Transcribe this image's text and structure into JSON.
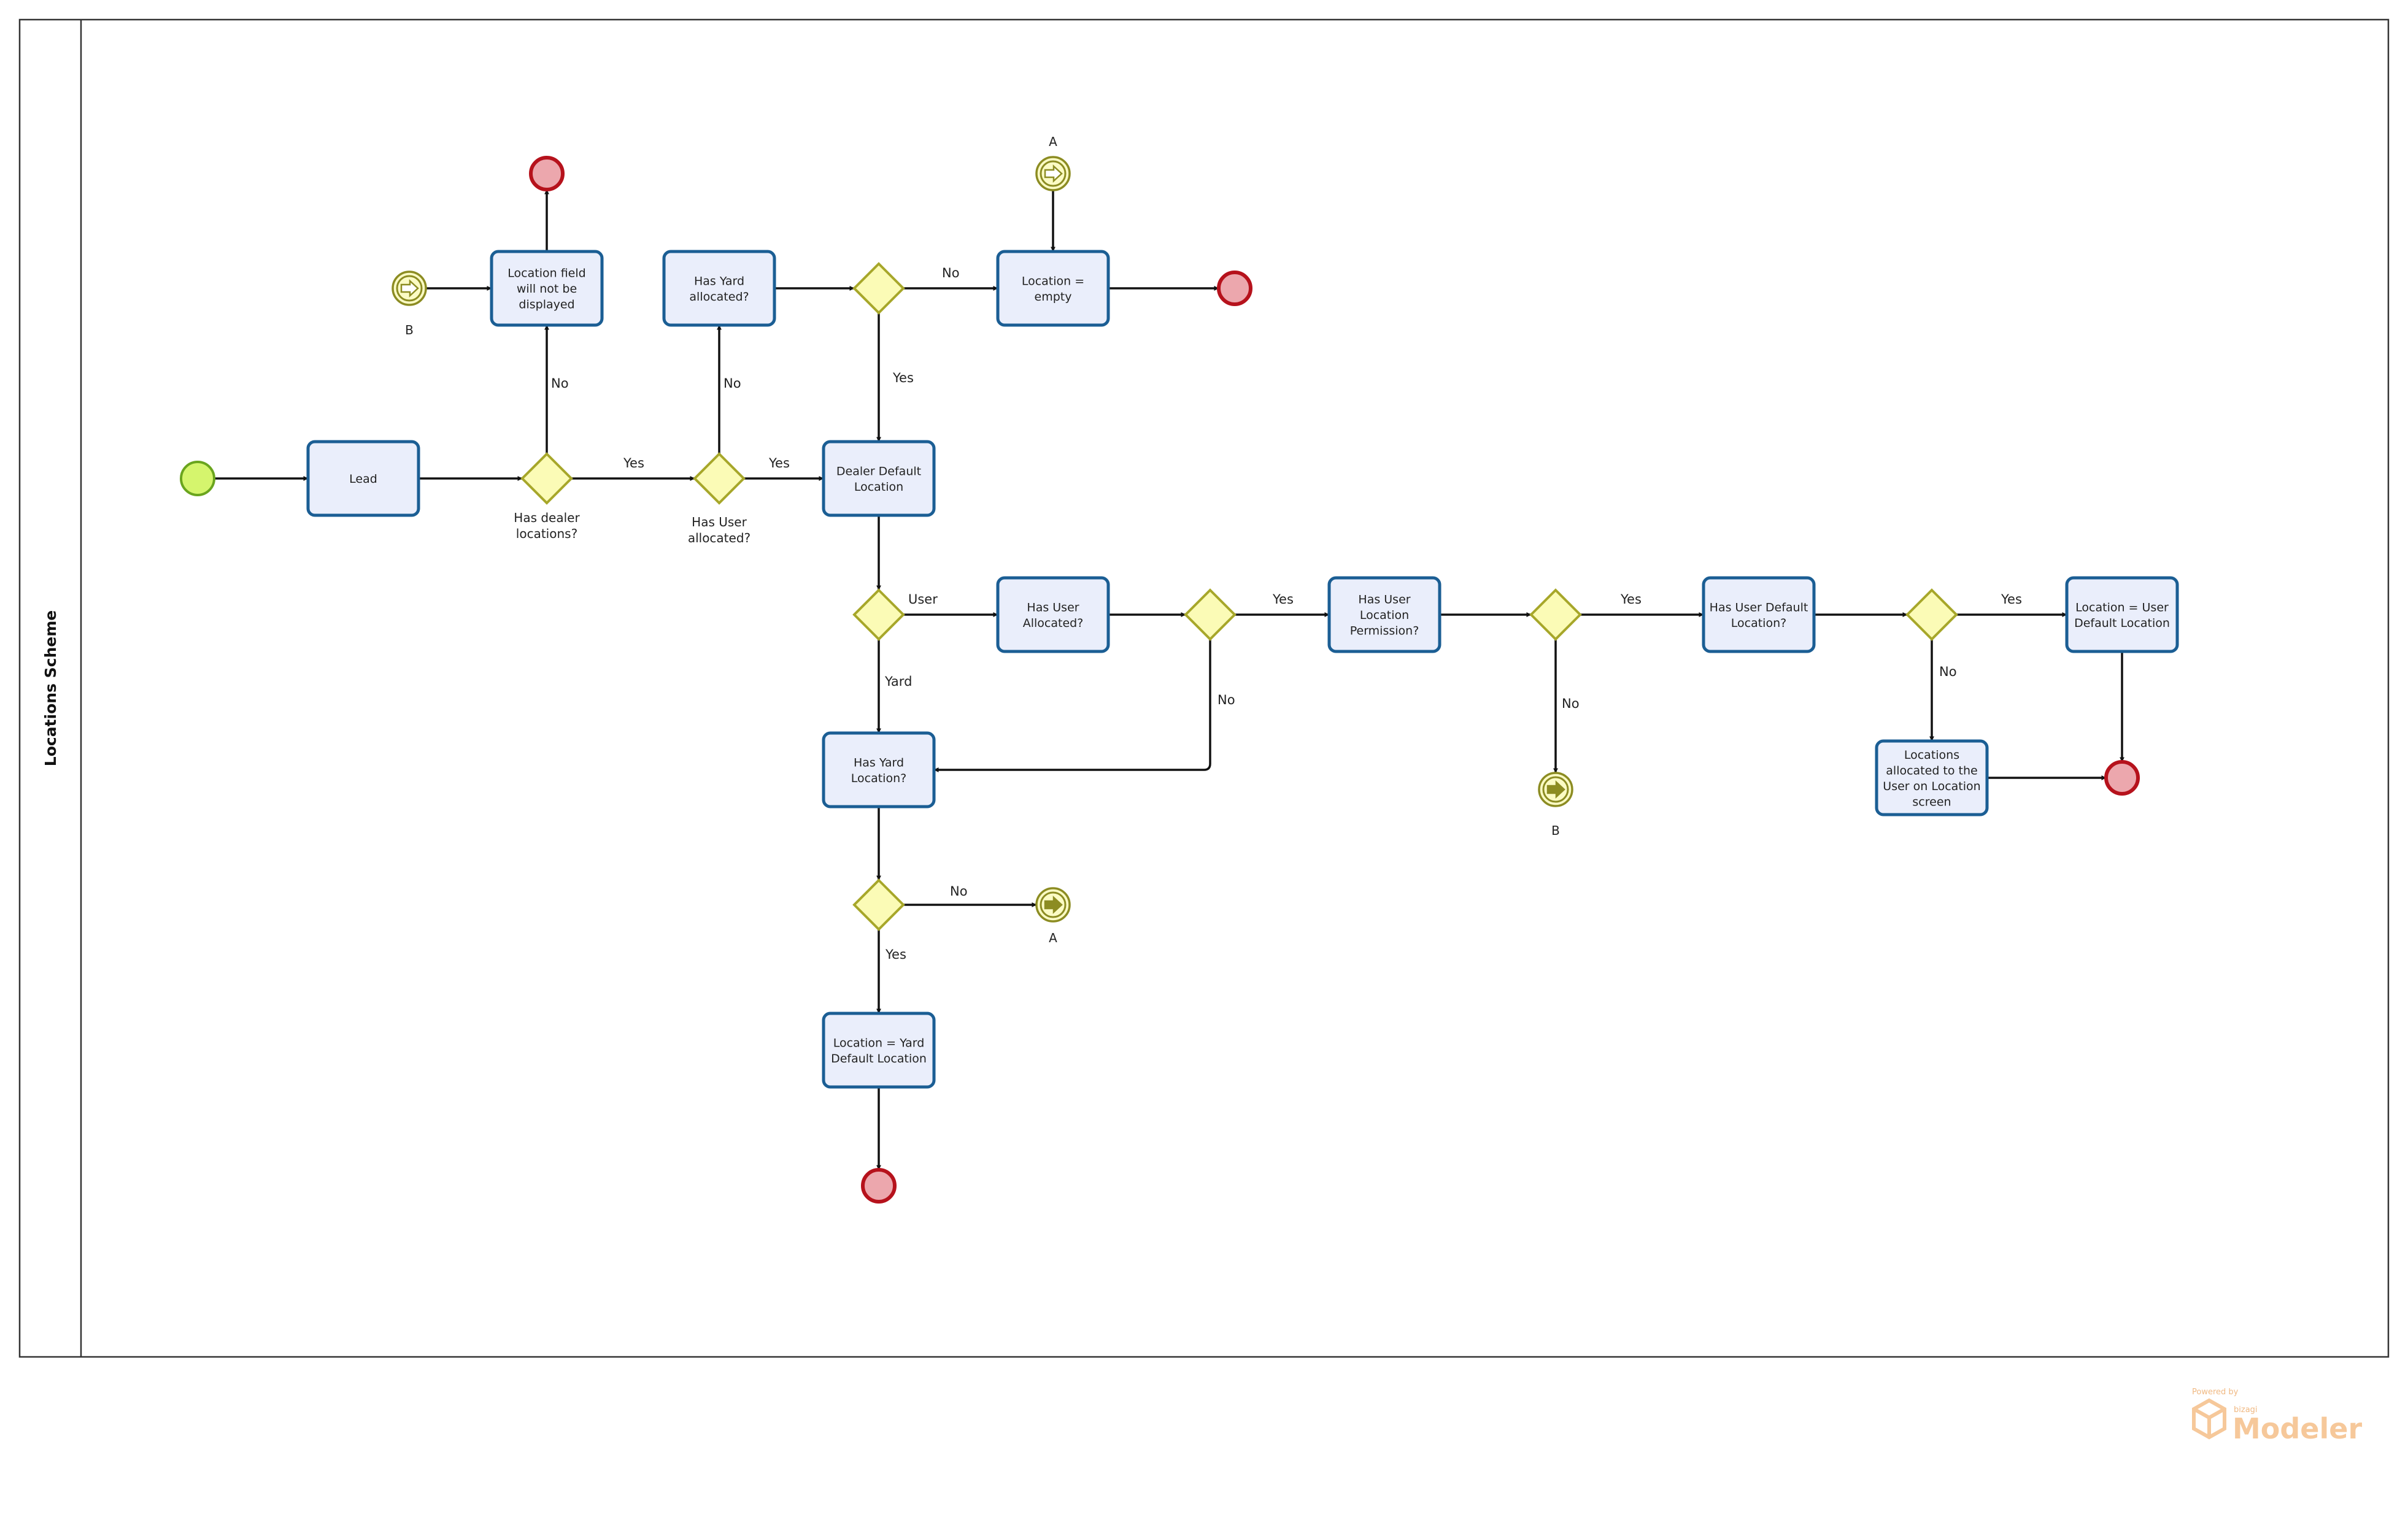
{
  "pool": {
    "title": "Locations Scheme"
  },
  "tasks": {
    "lead": [
      "Lead"
    ],
    "location_not_displayed": [
      "Location field",
      "will not be",
      "displayed"
    ],
    "has_yard_allocated": [
      "Has Yard",
      "allocated?"
    ],
    "location_empty": [
      "Location =",
      "empty"
    ],
    "dealer_default_location": [
      "Dealer Default",
      "Location"
    ],
    "has_user_allocated": [
      "Has User",
      "Allocated?"
    ],
    "has_user_location_permission": [
      "Has User",
      "Location",
      "Permission?"
    ],
    "has_user_default_location": [
      "Has User Default",
      "Location?"
    ],
    "location_user_default": [
      "Location = User",
      "Default Location"
    ],
    "locations_allocated_screen": [
      "Locations",
      "allocated to the",
      "User on Location",
      "screen"
    ],
    "has_yard_location": [
      "Has Yard",
      "Location?"
    ],
    "location_yard_default": [
      "Location = Yard",
      "Default Location"
    ]
  },
  "gateways": {
    "has_dealer_locations": [
      "Has dealer",
      "locations?"
    ],
    "has_user_allocated": [
      "Has User",
      "allocated?"
    ]
  },
  "links": {
    "a_catch": "A",
    "b_catch": "B",
    "b_throw": "B",
    "a_throw": "A"
  },
  "flow_labels": {
    "dealer_no": "No",
    "dealer_yes": "Yes",
    "user_no": "No",
    "user_yes": "Yes",
    "yard_no": "No",
    "yard_yes": "Yes",
    "split_user": "User",
    "split_yard": "Yard",
    "allocated_yes": "Yes",
    "allocated_no": "No",
    "permission_yes": "Yes",
    "permission_no": "No",
    "default_yes": "Yes",
    "default_no": "No",
    "yardloc_no": "No",
    "yardloc_yes": "Yes"
  },
  "watermark": {
    "powered_by": "Powered by",
    "vendor": "bizagi",
    "product": "Modeler"
  },
  "colors": {
    "task_fill": "#eaeefb",
    "task_stroke": "#1b5e94",
    "gateway_fill": "#fbfbb6",
    "gateway_stroke": "#a7a72a",
    "start_fill": "#d5f56d",
    "end_fill": "#eca7ad",
    "end_stroke": "#b6121c",
    "watermark": "#f6c89a"
  }
}
